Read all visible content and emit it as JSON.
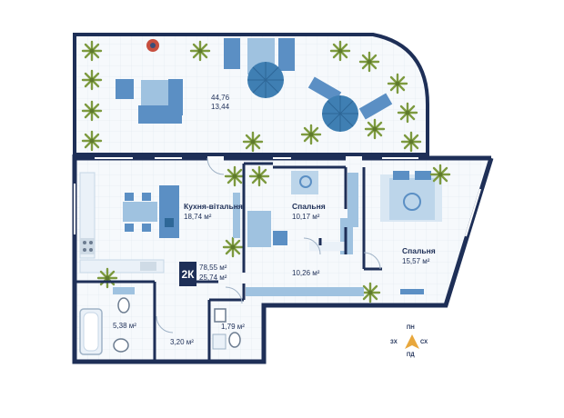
{
  "rooms": {
    "terrace": {
      "area1": "44,76",
      "area2": "13,44"
    },
    "kitchen": {
      "name": "Кухня-вітальня",
      "area": "18,74 м²"
    },
    "bedroom1": {
      "name": "Спальня",
      "area": "10,17 м²"
    },
    "bedroom2": {
      "name": "Спальня",
      "area": "15,57 м²"
    },
    "hall": {
      "area": "10,26 м²"
    },
    "bathroom": {
      "area": "5,38 м²"
    },
    "wc": {
      "area": "1,79 м²"
    },
    "corridor": {
      "area": "3,20 м²"
    }
  },
  "summary": {
    "badge": "2К",
    "total_area": "78,55 м²",
    "living_area": "25,74 м²"
  },
  "compass": {
    "north": "ПН",
    "south": "ПД",
    "east": "СХ",
    "west": "ЗХ"
  },
  "colors": {
    "wall": "#1e2f57",
    "furniture": "#5b8fc4",
    "plant": "#7d9a3f",
    "floor": "#f4f8fb"
  }
}
